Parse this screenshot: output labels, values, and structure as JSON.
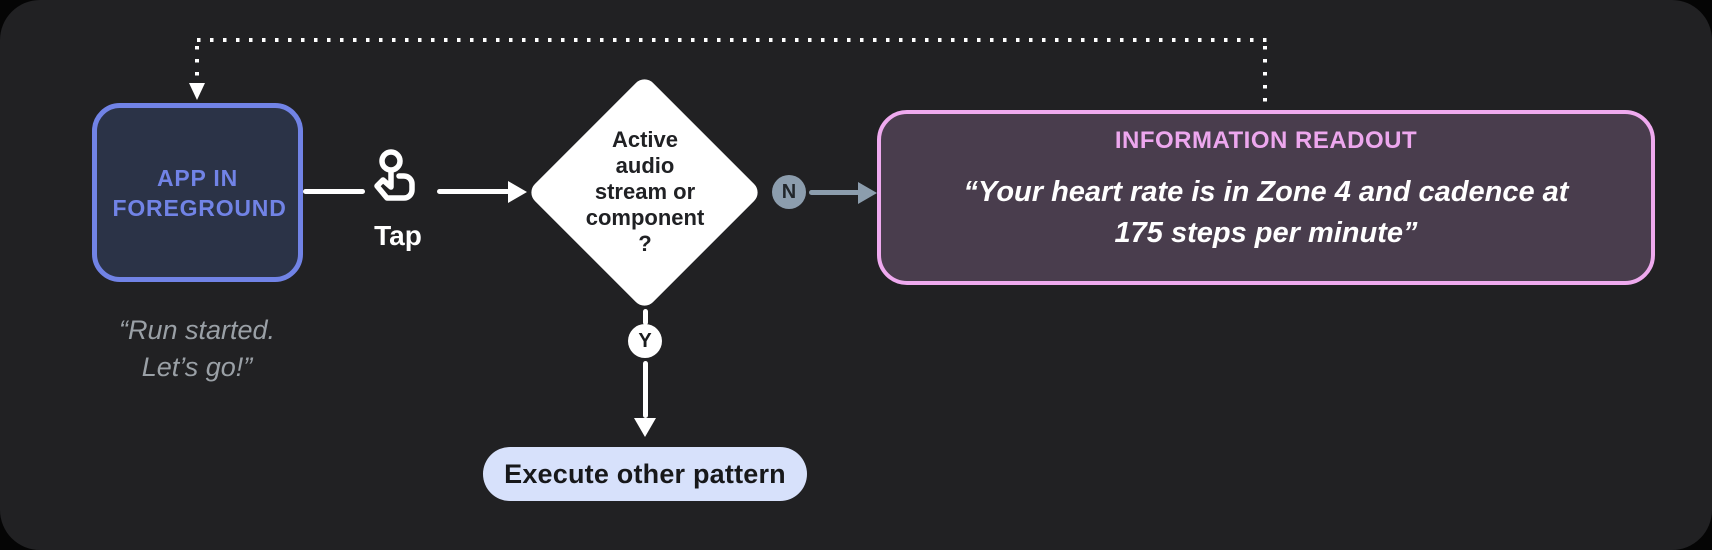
{
  "diagram": {
    "app_node": {
      "label": "APP IN FOREGROUND",
      "caption": {
        "line1": "“Run started.",
        "line2": "Let’s go!”"
      }
    },
    "tap_step": {
      "label": "Tap",
      "icon": "tap-gesture-icon"
    },
    "decision": {
      "lines": [
        "Active",
        "audio",
        "stream or",
        "component",
        "?"
      ]
    },
    "branch_no": {
      "label": "N"
    },
    "branch_yes": {
      "label": "Y"
    },
    "readout_node": {
      "title": "INFORMATION READOUT",
      "quote": {
        "line1": "“Your heart rate is in Zone 4 and cadence at",
        "line2": "175 steps per minute”"
      }
    },
    "execute_node": {
      "label": "Execute other pattern"
    }
  },
  "colors": {
    "outer_bg": "#050505",
    "panel_bg": "#212123",
    "app_border": "#7183e6",
    "app_fill": "#2b3347",
    "app_text": "#7183e6",
    "caption_text": "#9aa0a6",
    "connector_white": "#ffffff",
    "diamond_fill": "#ffffff",
    "diamond_text": "#202124",
    "no_branch_accent": "#8c9dad",
    "readout_border": "#efaaef",
    "readout_fill": "#493d4d",
    "readout_title": "#eda7ee",
    "readout_quote": "#ffffff",
    "execute_fill": "#d7e1fb",
    "execute_text": "#17181a"
  }
}
